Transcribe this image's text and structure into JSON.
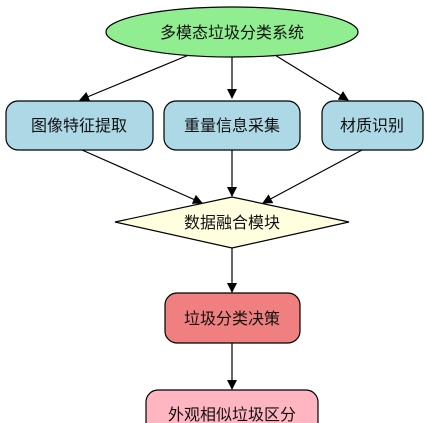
{
  "diagram": {
    "root": {
      "label": "多模态垃圾分类系统",
      "color": "#90EE90"
    },
    "inputs": [
      {
        "label": "图像特征提取",
        "color": "#ADD8E6"
      },
      {
        "label": "重量信息采集",
        "color": "#ADD8E6"
      },
      {
        "label": "材质识别",
        "color": "#ADD8E6"
      }
    ],
    "fusion": {
      "label": "数据融合模块",
      "color": "#FFFFE0"
    },
    "decision": {
      "label": "垃圾分类决策",
      "color": "#F08080"
    },
    "output": {
      "label": "外观相似垃圾区分",
      "color": "#FFB6C1"
    },
    "edge_color": "#000000"
  }
}
